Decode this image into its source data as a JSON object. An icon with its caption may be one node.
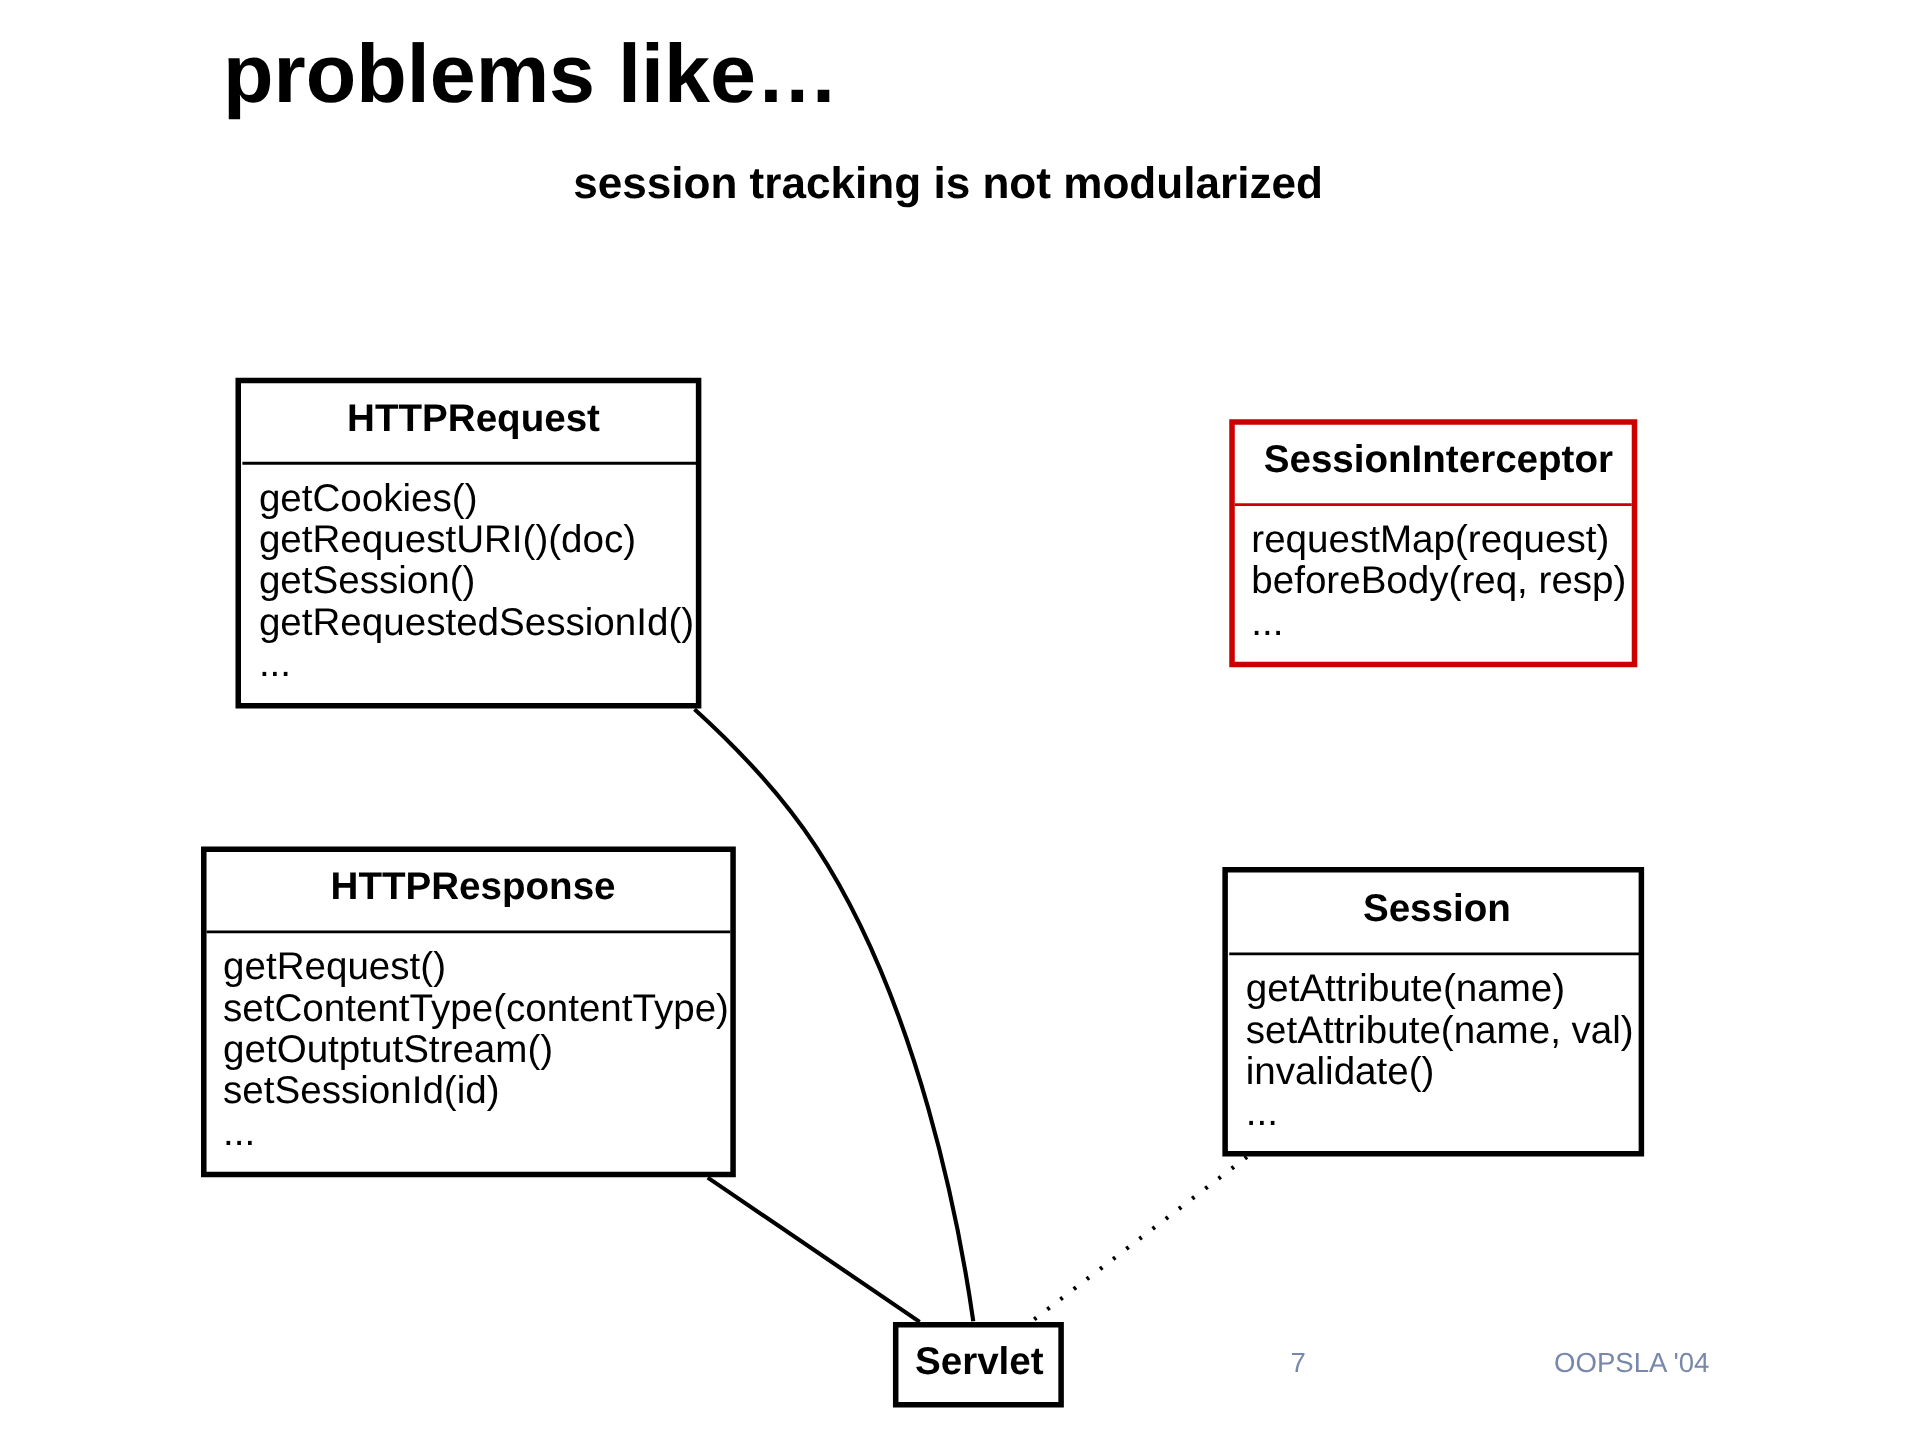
{
  "diagram": {
    "title": "problems like…",
    "nodes": [
      {
        "text": [
          "HTTPRequest",
          "getCookies()",
          "getRequestURI()(doc)",
          "getSession()",
          "getRequestedSessionId()",
          "..."
        ]
      },
      {
        "text": [
          "SessionInterceptor",
          "requestMap(request)",
          "beforeBody(req, resp)",
          "..."
        ]
      },
      {
        "text": [
          "HTTPResponse",
          "getRequest()",
          "setContentType(contentType)",
          "getOutptutStream()",
          "setSessionId(id)",
          "..."
        ]
      },
      {
        "text": [
          "Session",
          "getAttribute(name)",
          "setAttribute(name, val)",
          "invalidate()",
          "..."
        ]
      },
      {
        "text": [
          "Servlet"
        ]
      }
    ],
    "edges": [
      {
        "from": 0,
        "to": 4,
        "arrow": "none"
      },
      {
        "from": 2,
        "to": 4,
        "arrow": "none"
      },
      {
        "from": 3,
        "to": 4,
        "arrow": "none",
        "style": "dashed"
      }
    ],
    "labels": [
      "session tracking is not modularized",
      "7",
      "OOPSLA '04"
    ]
  }
}
